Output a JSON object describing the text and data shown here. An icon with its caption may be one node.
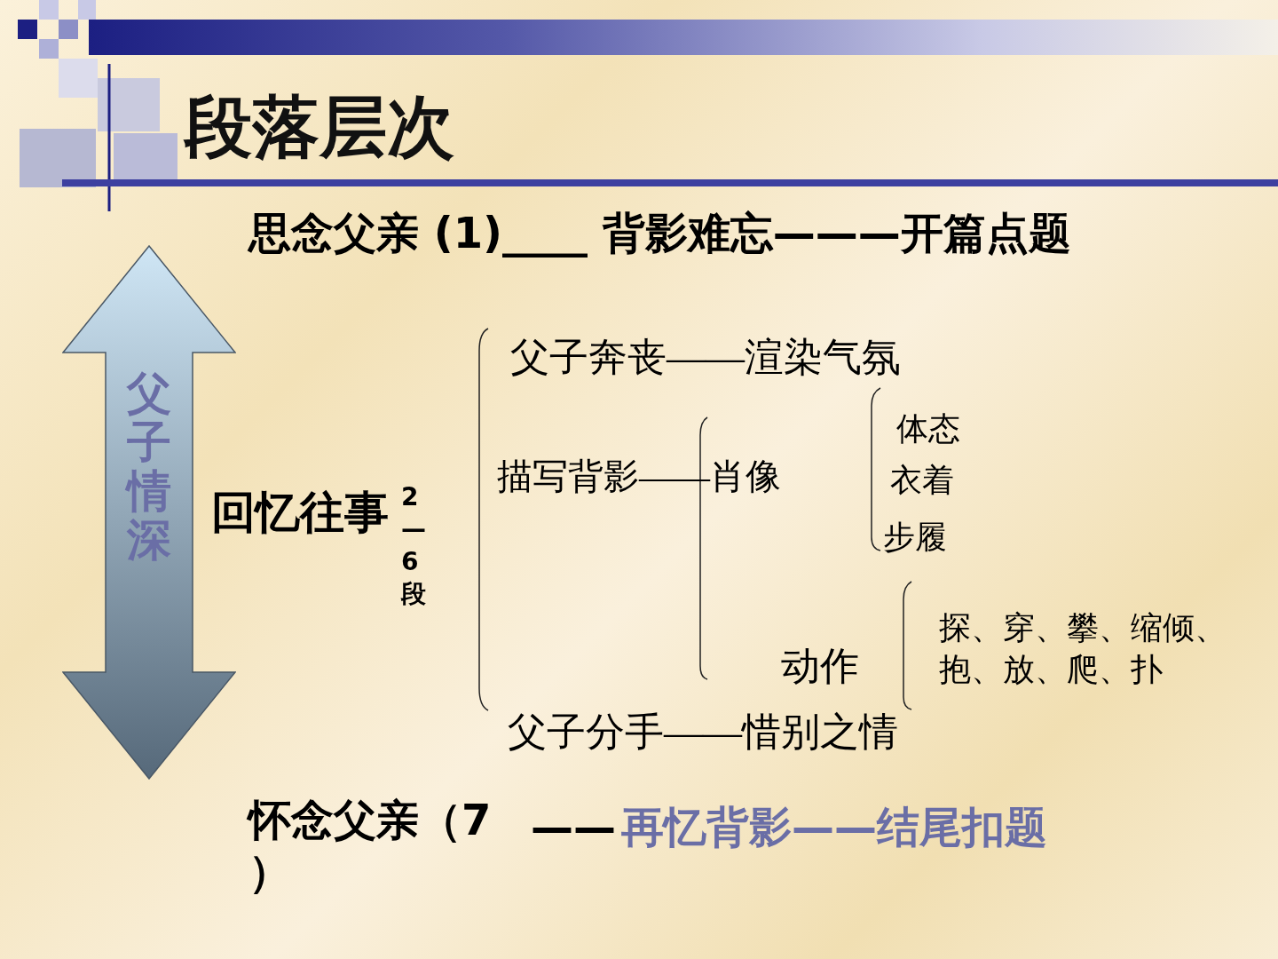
{
  "diagram": {
    "title": "段落层次",
    "nodes": [
      {
        "text": [
          "父子情深"
        ]
      }
    ],
    "labels": [
      "思念父亲 (1)____ 背影难忘———开篇点题",
      "回忆往事",
      "2—6段",
      "父子奔丧——渲染气氛",
      "描写背影——肖像",
      "体态",
      "衣着",
      "步履",
      "动作",
      "探、穿、攀、缩倾、抱、放、爬、扑",
      "父子分手——惜别之情",
      "怀念父亲（7）",
      "——",
      "再忆背影——结尾扣题"
    ]
  }
}
